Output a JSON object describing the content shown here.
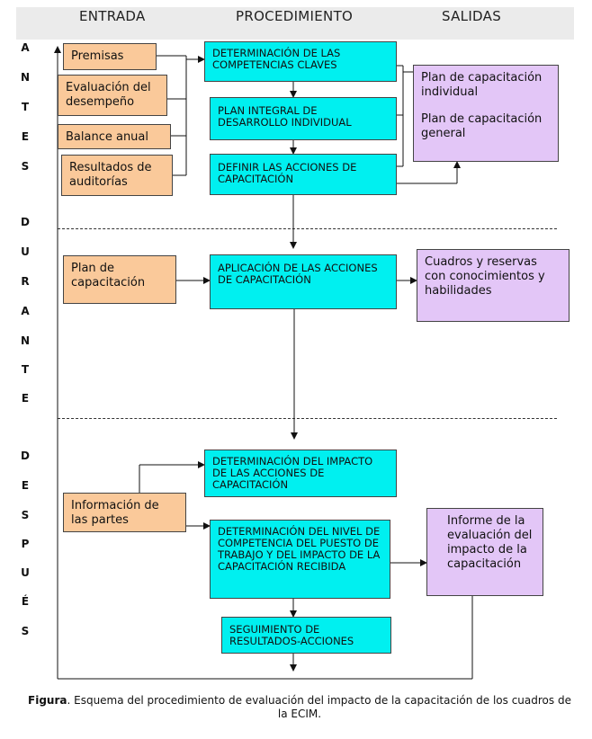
{
  "header": {
    "entrada": "ENTRADA",
    "procedimiento": "PROCEDIMIENTO",
    "salidas": "SALIDAS"
  },
  "phases": {
    "antes": [
      "A",
      "N",
      "T",
      "E",
      "S"
    ],
    "durante": [
      "D",
      "U",
      "R",
      "A",
      "N",
      "T",
      "E"
    ],
    "despues": [
      "D",
      "E",
      "S",
      "P",
      "U",
      "É",
      "S"
    ]
  },
  "inputs": {
    "premisas": "Premisas",
    "evaluacion": "Evaluación del desempeño",
    "balance": "Balance anual",
    "resultados": "Resultados de auditorías",
    "plan_cap": "Plan de capacitación",
    "info_partes": "Información de las partes"
  },
  "procedures": {
    "p1": "DETERMINACIÓN DE LAS COMPETENCIAS CLAVES",
    "p2": "PLAN INTEGRAL DE DESARROLLO INDIVIDUAL",
    "p3": "DEFINIR LAS ACCIONES DE CAPACITACIÓN",
    "p4": "APLICACIÓN DE LAS ACCIONES DE CAPACITACIÓN",
    "p5": "DETERMINACIÓN DEL IMPACTO DE LAS ACCIONES DE CAPACITACIÓN",
    "p6": "DETERMINACIÓN DEL NIVEL DE COMPETENCIA DEL PUESTO DE TRABAJO Y DEL IMPACTO DE LA CAPACITACIÓN RECIBIDA",
    "p7": "SEGUIMIENTO DE RESULTADOS-ACCIONES"
  },
  "outputs": {
    "plan_individual": "Plan de capacitación individual",
    "plan_general": "Plan de capacitación general",
    "cuadros": "Cuadros y reservas con conocimientos y habilidades",
    "informe": "Informe de la evaluación del impacto de la capacitación"
  },
  "caption": {
    "label": "Figura",
    "text": ". Esquema del procedimiento de evaluación del impacto de la capacitación de los cuadros de la ECIM."
  }
}
